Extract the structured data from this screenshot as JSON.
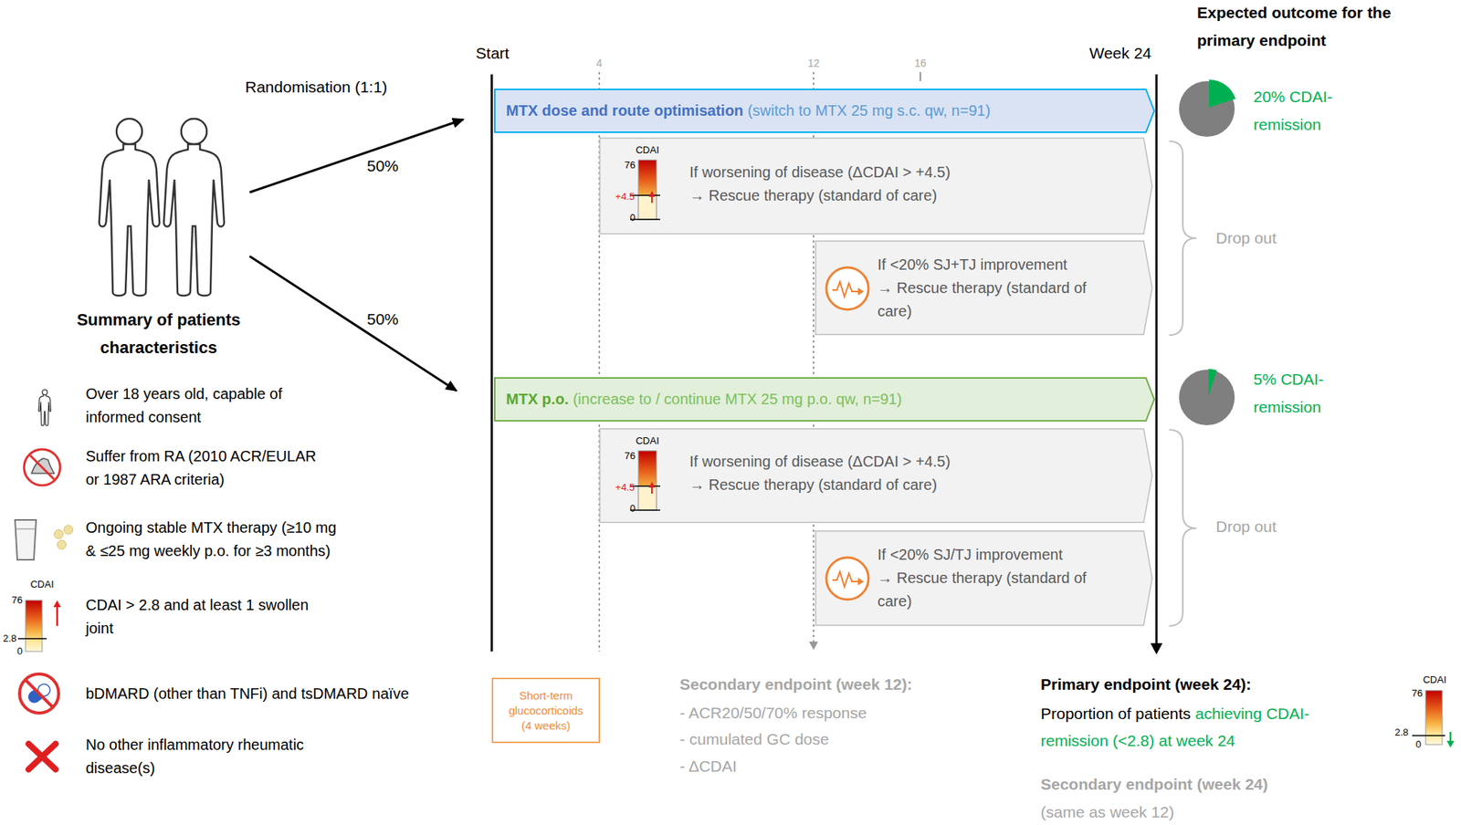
{
  "diagram": {
    "nodes": [
      {
        "text": [
          "MTX dose and route optimisation",
          "(switch to MTX 25 mg s.c. qw, n=91)"
        ]
      },
      {
        "text": [
          "If worsening of disease",
          "(ΔCDAI > +4.5)",
          "→ Rescue therapy (standard of care)"
        ]
      },
      {
        "text": [
          "If <20% SJ+TJ improvement",
          "→ Rescue therapy (standard of care)"
        ]
      },
      {
        "text": [
          "MTX p.o.",
          "(increase to / continue MTX 25 mg p.o. qw, n=91)"
        ]
      },
      {
        "text": [
          "If worsening of disease",
          "(ΔCDAI > +4.5)",
          "→ Rescue therapy (standard of care)"
        ]
      },
      {
        "text": [
          "If <20% SJ/TJ improvement",
          "→ Rescue therapy (standard of care)"
        ]
      },
      {
        "text": [
          "Short-term glucocorticoids (4 weeks)"
        ]
      }
    ],
    "labels": [
      "Start",
      "4",
      "12",
      "16",
      "Week 24",
      "Expected outcome for the primary endpoint",
      "Randomisation (1:1)",
      "50%",
      "50%",
      "CDAI",
      "76",
      "+4.5",
      "0",
      "Drop out",
      "20% CDAI-remission",
      "Summary of patients characteristics",
      "5% CDAI-remission",
      "CDAI",
      "76",
      "+4.5",
      "0",
      "Drop out",
      "Over 18 years old, capable of informed consent",
      "Suffer from RA (2010 ACR/EULAR or 1987 ARA criteria)",
      "Ongoing stable MTX therapy (≥10 mg & ≤25 mg weekly p.o. for ≥3 months)",
      "CDAI",
      "76",
      "2.8",
      "0",
      "CDAI > 2.8 and at least 1 swollen joint",
      "bDMARD (other than TNFi) and tsDMARD naïve",
      "No other inflammatory rheumatic disease(s)",
      "Secondary endpoint (week 12):",
      "- ACR20/50/70% response",
      "- cumulated GC dose",
      "- ΔCDAI",
      "Primary endpoint (week 24):",
      "Proportion of patients",
      "achieving CDAI-remission (<2.8) at week 24",
      "CDAI",
      "76",
      "2.8",
      "0",
      "Secondary endpoint (week 24)",
      "(same as week 12)"
    ]
  }
}
